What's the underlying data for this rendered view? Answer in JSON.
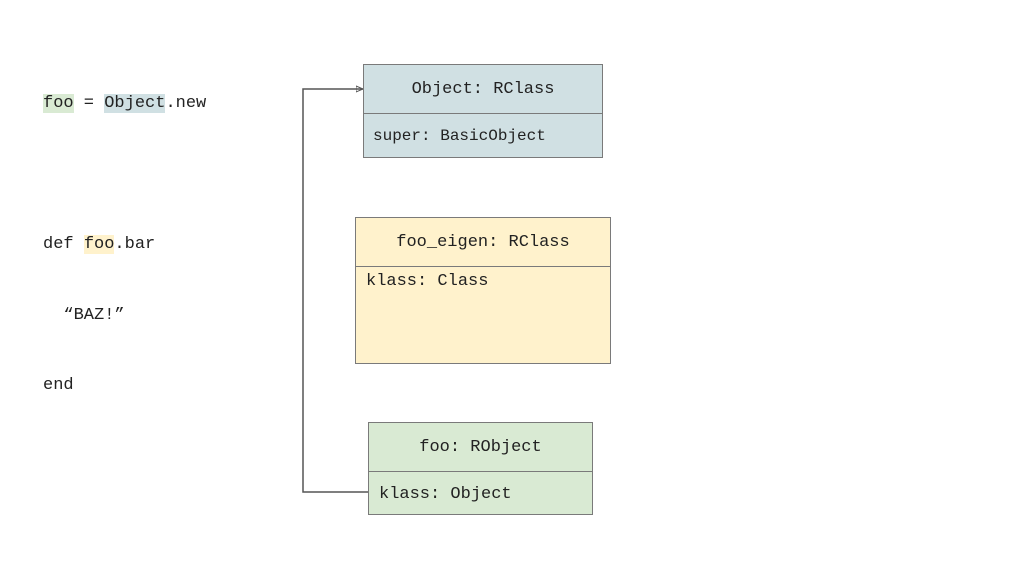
{
  "code": {
    "line1": {
      "var": "foo",
      "op": " = ",
      "cls": "Object",
      "rest": ".new"
    },
    "line3": {
      "kw": "def ",
      "recv": "foo",
      "rest": ".bar"
    },
    "line4": "  “BAZ!”",
    "line5": "end"
  },
  "boxes": {
    "object": {
      "title": "Object: RClass",
      "field": "super: BasicObject",
      "color": "#d0e0e3"
    },
    "eigen": {
      "title": "foo_eigen: RClass",
      "field": "klass: Class",
      "color": "#fff2cc"
    },
    "foo": {
      "title": "foo: RObject",
      "field": "klass: Object",
      "color": "#d9ead3"
    }
  },
  "connector": {
    "from": "foo.klass",
    "to": "Object",
    "color": "#555555"
  }
}
